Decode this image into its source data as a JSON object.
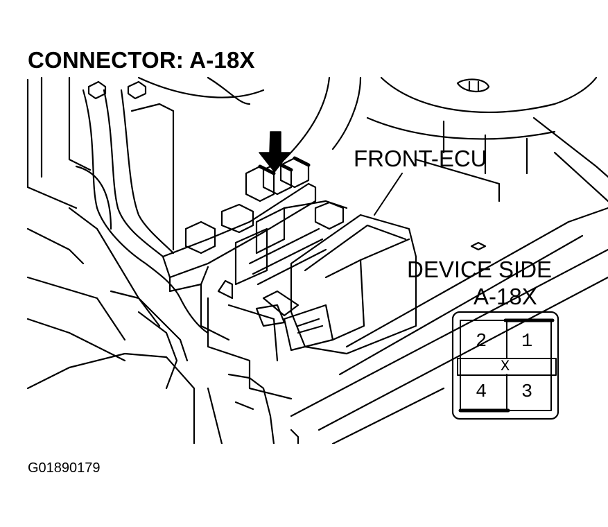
{
  "title": "CONNECTOR: A-18X",
  "labels": {
    "front_ecu": "FRONT-ECU",
    "device_side": "DEVICE SIDE",
    "device_code": "A-18X"
  },
  "connector_pins": {
    "pin_2": "2",
    "pin_1": "1",
    "center": "X",
    "pin_4": "4",
    "pin_3": "3"
  },
  "figure_id": "G01890179"
}
